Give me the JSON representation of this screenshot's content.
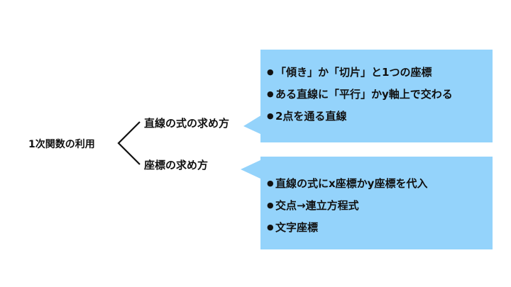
{
  "root": {
    "label": "1次関数の利用"
  },
  "branches": [
    {
      "label": "直線の式の求め方",
      "items": [
        "「傾き」か「切片」と1つの座標",
        "ある直線に「平行」かy軸上で交わる",
        "2点を通る直線"
      ]
    },
    {
      "label": "座標の求め方",
      "items": [
        "直線の式にx座標かy座標を代入",
        "交点→連立方程式",
        "文字座標"
      ]
    }
  ],
  "style": {
    "box_color": "#94d3fb",
    "line_color": "#111111"
  }
}
